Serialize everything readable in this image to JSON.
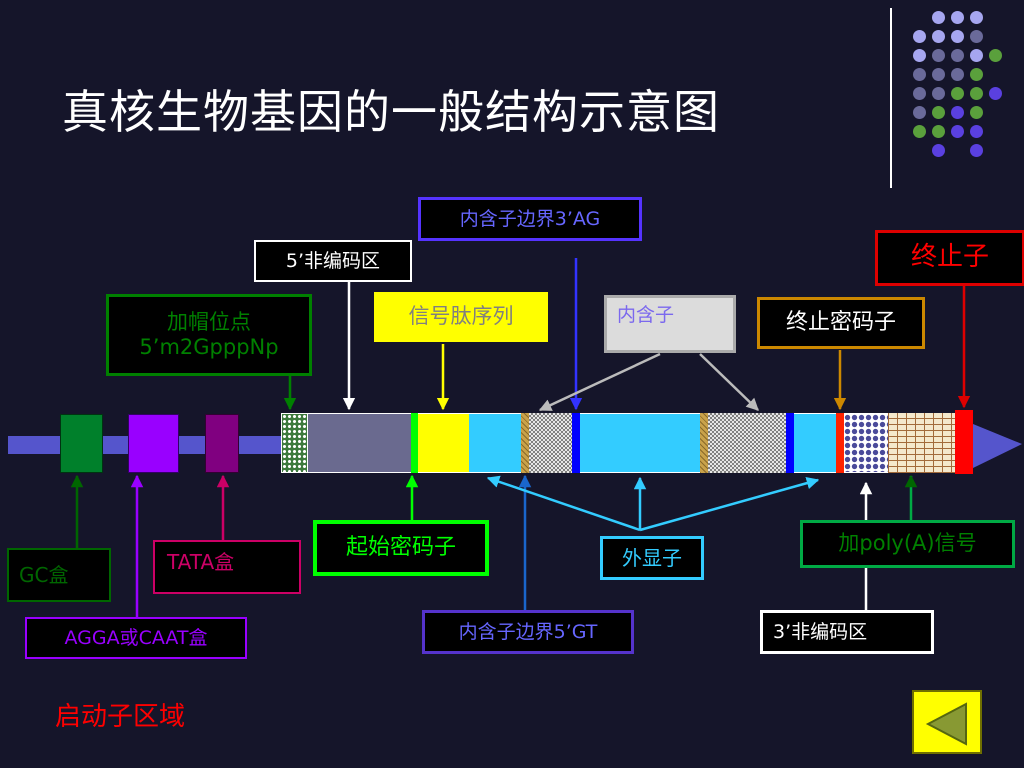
{
  "title": "真核生物基因的一般结构示意图",
  "labels": {
    "cap_site_line1": "加帽位点",
    "cap_site_line2": "5’m2GpppNp",
    "utr5": "5’非编码区",
    "signal_peptide": "信号肽序列",
    "intron_border_3": "内含子边界3’AG",
    "intron": "内含子",
    "stop_codon": "终止密码子",
    "terminator": "终止子",
    "gc_box": "GC盒",
    "tata_box": "TATA盒",
    "agga_caat_box": "AGGA或CAAT盒",
    "start_codon": "起始密码子",
    "intron_border_5": "内含子边界5’GT",
    "exon": "外显子",
    "polya_signal": "加poly(A)信号",
    "utr3": "3’非编码区",
    "promoter_region": "启动子区域"
  },
  "colors": {
    "background": "#15152a",
    "dna_line": "#5555cc",
    "exon": "#33ccff",
    "utr5": "#6a6a8f",
    "signal_peptide": "#ffff00",
    "start_codon": "#00ff00",
    "stop_codon": "#ff0000",
    "gc_box": "#00802b",
    "agga_caat_box": "#9900ff",
    "tata_box": "#800080",
    "intron_border": "#0000ff",
    "nav_button": "#ffff00"
  },
  "icons": {
    "nav_button": "triangle-left-icon"
  }
}
